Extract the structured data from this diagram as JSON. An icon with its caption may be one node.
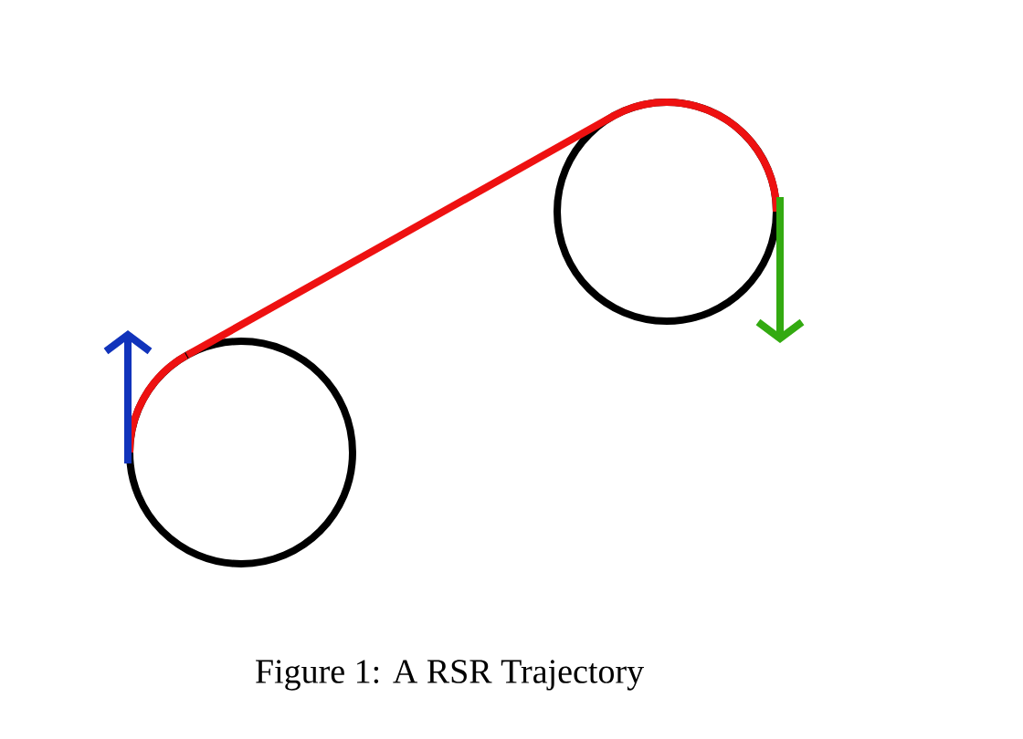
{
  "diagram": {
    "caption": "Figure 1: A RSR Trajectory",
    "nodes": [
      {
        "text": [],
        "shape": "circle"
      },
      {
        "text": [],
        "shape": "circle"
      }
    ],
    "edges": [
      {
        "from": 0,
        "to": 1,
        "arrow": "none"
      }
    ]
  }
}
